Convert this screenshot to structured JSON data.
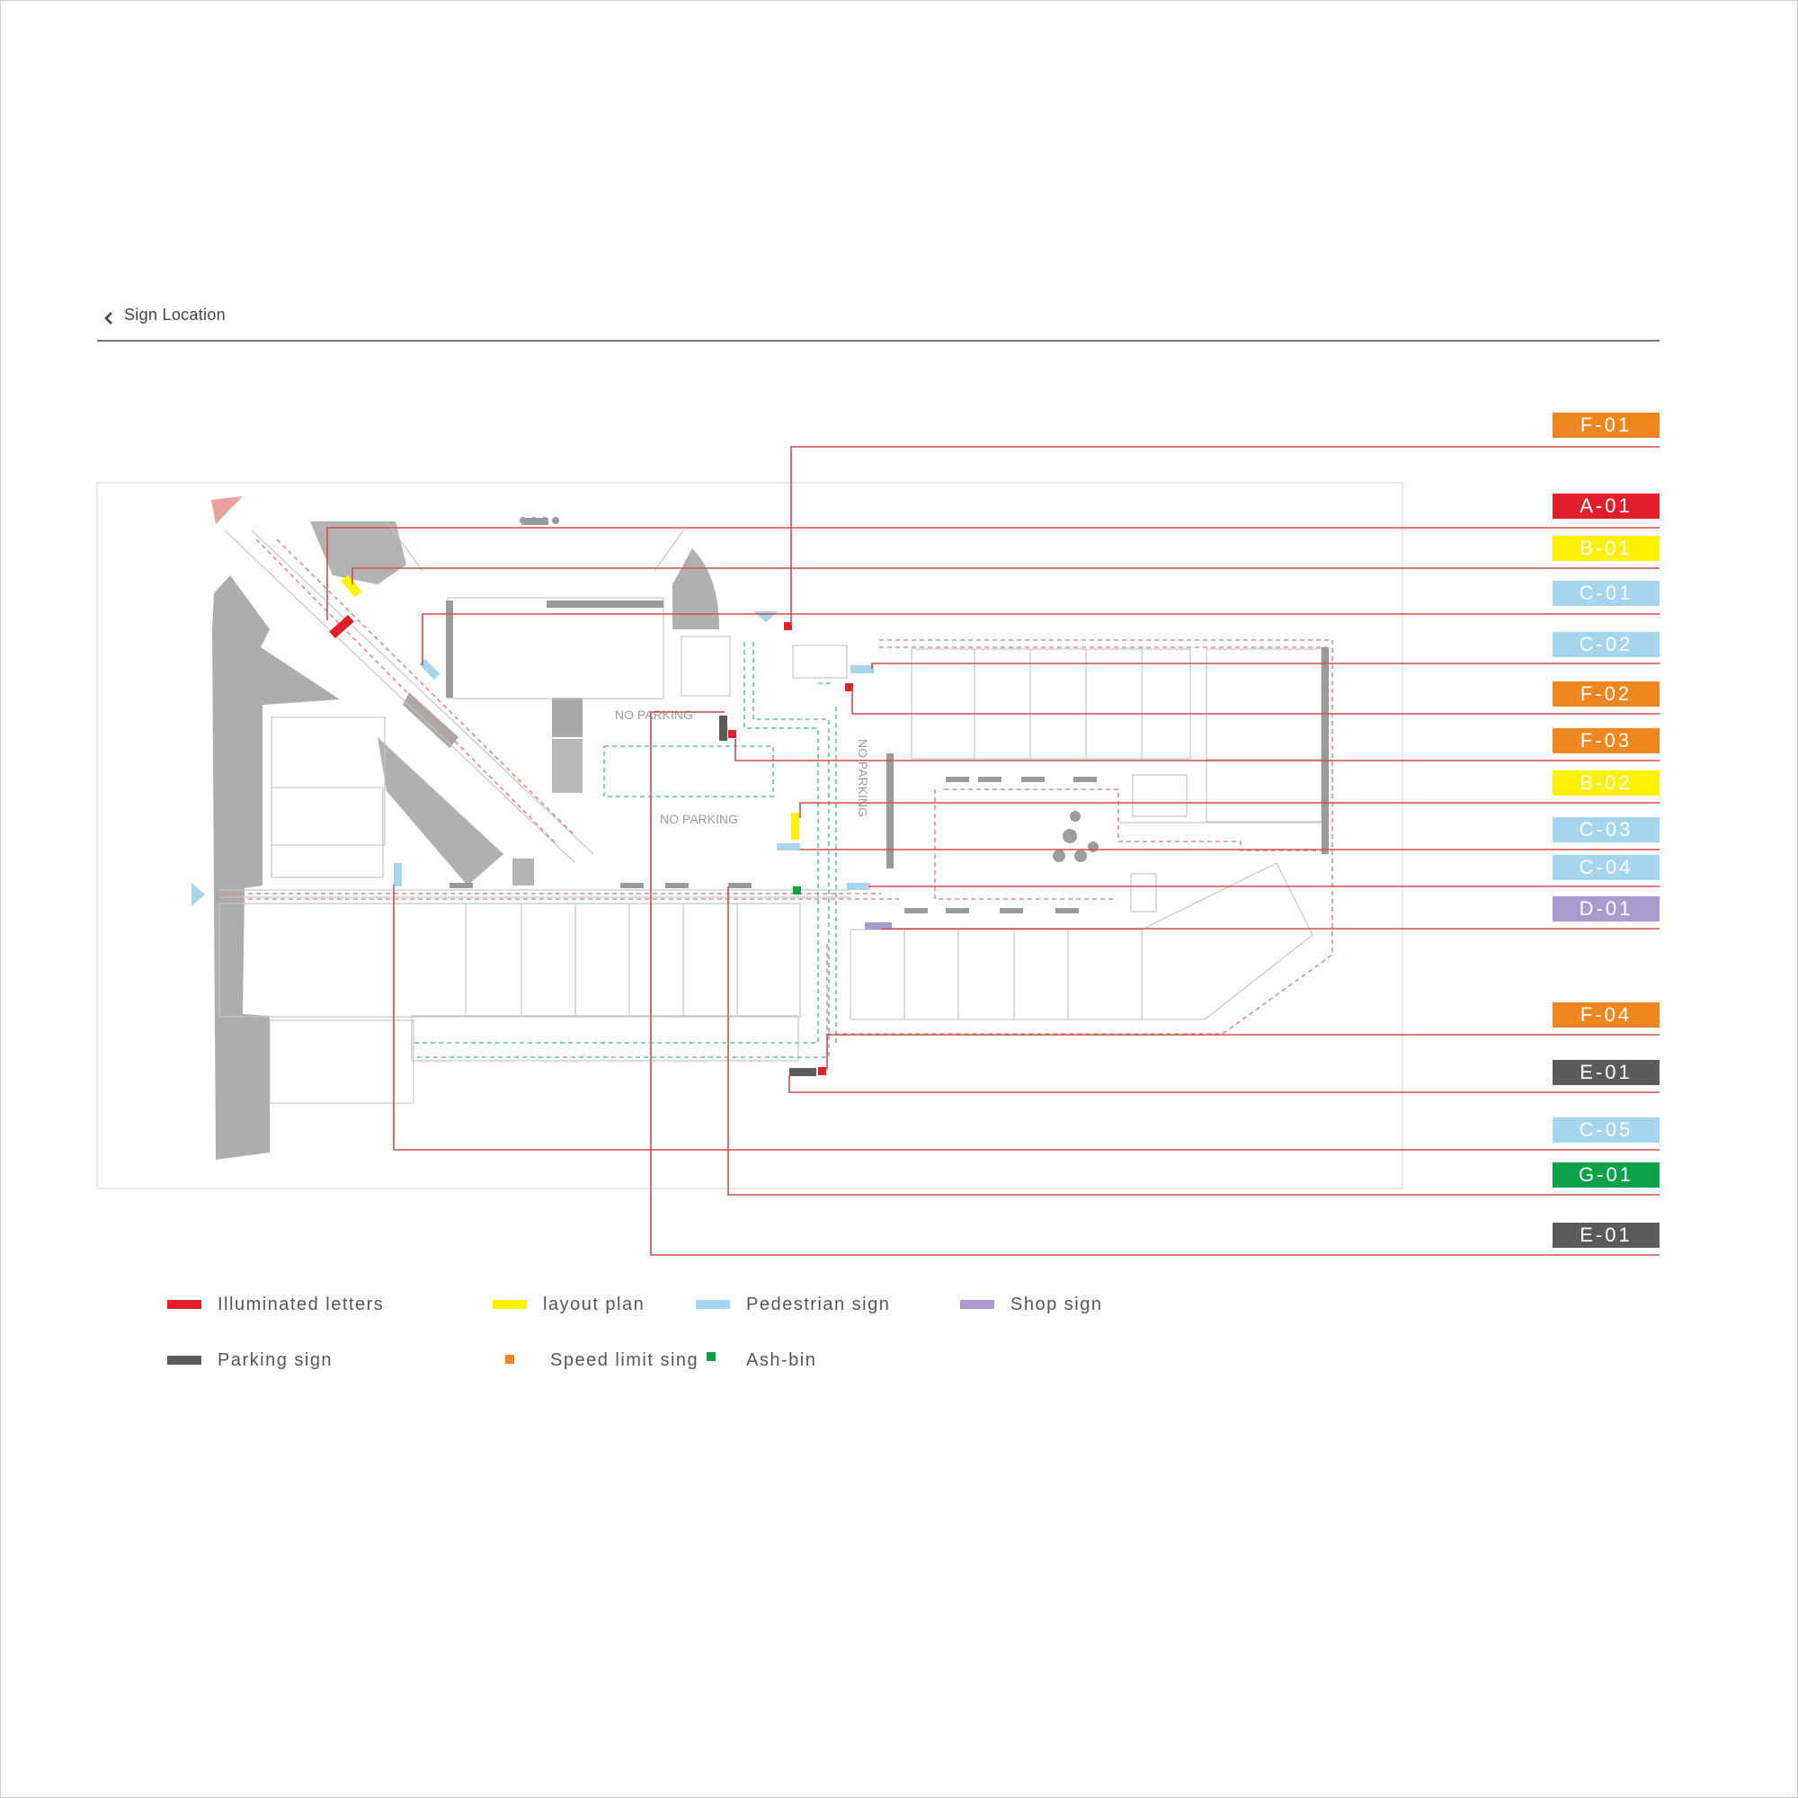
{
  "page": {
    "title": "Sign Location"
  },
  "colors": {
    "red": "#e01f2b",
    "yellow": "#fff200",
    "blue": "#a5d5ef",
    "orange": "#ef861e",
    "gray": "#5b5b5b",
    "purple": "#a79ccd",
    "green": "#0aa14b",
    "leader": "#d94a4a",
    "route_red": "#e68a8a",
    "route_green": "#5cc7a8",
    "plan_line": "#b9b9b9",
    "plan_fill": "#adadad"
  },
  "sign_tags": [
    {
      "code": "F-01",
      "color": "#ef861e"
    },
    {
      "code": "A-01",
      "color": "#e01f2b"
    },
    {
      "code": "B-01",
      "color": "#fff200"
    },
    {
      "code": "C-01",
      "color": "#a5d5ef"
    },
    {
      "code": "C-02",
      "color": "#a5d5ef"
    },
    {
      "code": "F-02",
      "color": "#ef861e"
    },
    {
      "code": "F-03",
      "color": "#ef861e"
    },
    {
      "code": "B-02",
      "color": "#fff200"
    },
    {
      "code": "C-03",
      "color": "#a5d5ef"
    },
    {
      "code": "C-04",
      "color": "#a5d5ef"
    },
    {
      "code": "D-01",
      "color": "#a79ccd"
    },
    {
      "code": "F-04",
      "color": "#ef861e"
    },
    {
      "code": "E-01",
      "color": "#5b5b5b"
    },
    {
      "code": "C-05",
      "color": "#a5d5ef"
    },
    {
      "code": "G-01",
      "color": "#0aa14b"
    },
    {
      "code": "E-01",
      "color": "#5b5b5b"
    }
  ],
  "plan_labels": {
    "no_parking_1": "NO PARKING",
    "no_parking_2": "NO PARKING",
    "no_parking_3": "NO PARKING"
  },
  "legend": [
    {
      "label": "Illuminated letters",
      "color": "#e01f2b",
      "shape": "bar"
    },
    {
      "label": "layout plan",
      "color": "#fff200",
      "shape": "bar"
    },
    {
      "label": "Pedestrian sign",
      "color": "#a5d5ef",
      "shape": "bar"
    },
    {
      "label": "Shop sign",
      "color": "#a79ccd",
      "shape": "bar"
    },
    {
      "label": "Parking sign",
      "color": "#5b5b5b",
      "shape": "bar"
    },
    {
      "label": "Speed limit sing",
      "color": "#ef861e",
      "shape": "dot"
    },
    {
      "label": "Ash-bin",
      "color": "#0aa14b",
      "shape": "dot"
    }
  ]
}
